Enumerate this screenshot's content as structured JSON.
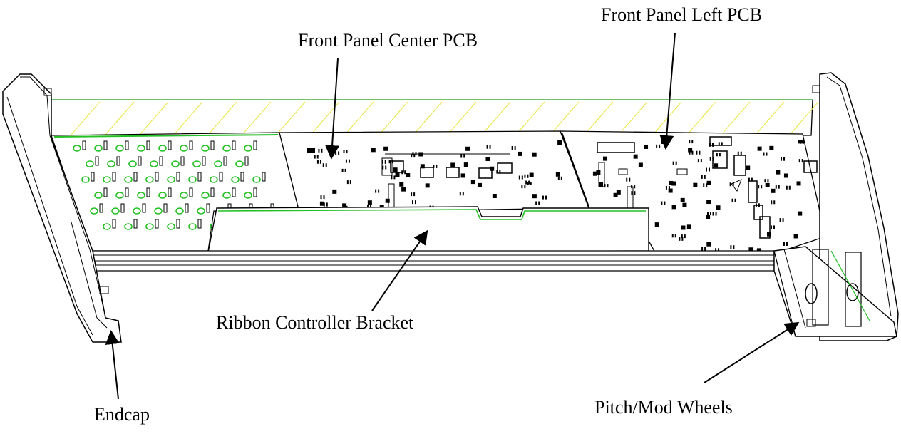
{
  "labels": {
    "front_panel_left_pcb": "Front Panel Left PCB",
    "front_panel_center_pcb": "Front Panel Center PCB",
    "ribbon_controller_bracket": "Ribbon Controller Bracket",
    "pitch_mod_wheels": "Pitch/Mod Wheels",
    "endcap": "Endcap"
  },
  "colors": {
    "outline": "#000000",
    "pcb_trace": "#22c022",
    "hatch": "#e6e640",
    "fill": "#ffffff"
  }
}
